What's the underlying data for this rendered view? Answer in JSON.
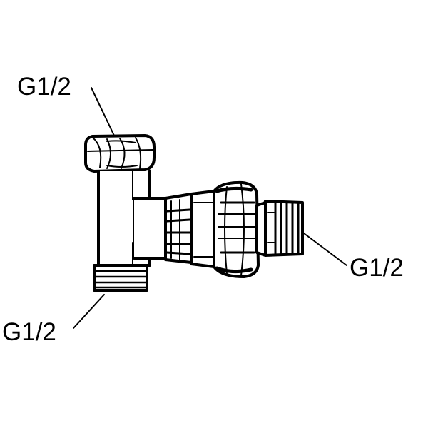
{
  "labels": {
    "top": "G1/2",
    "bottom": "G1/2",
    "right": "G1/2"
  }
}
